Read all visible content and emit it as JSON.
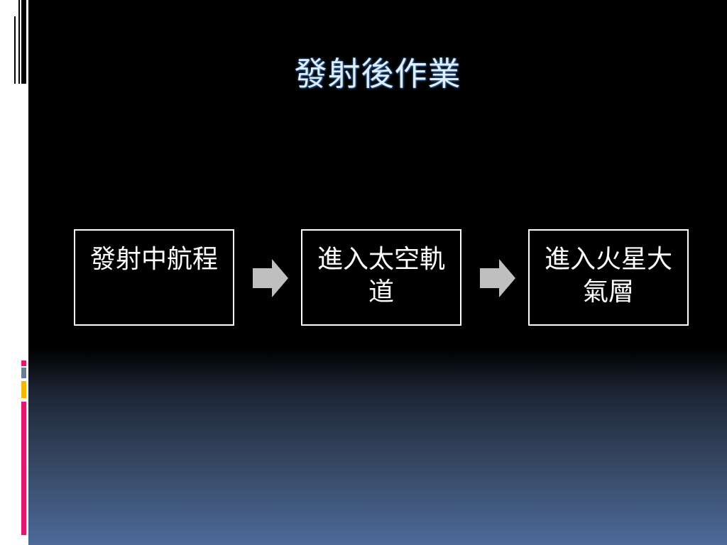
{
  "title": "發射後作業",
  "steps": [
    {
      "label": "發射中航程"
    },
    {
      "label": "進入太空軌道"
    },
    {
      "label": "進入火星大氣層"
    }
  ],
  "colors": {
    "title": "#ddeeff",
    "box_border": "#ffffff",
    "arrow": "#bfbfbf",
    "accent_pink": "#e0186e",
    "accent_orange": "#f5b800",
    "accent_gray": "#6d7d91"
  }
}
